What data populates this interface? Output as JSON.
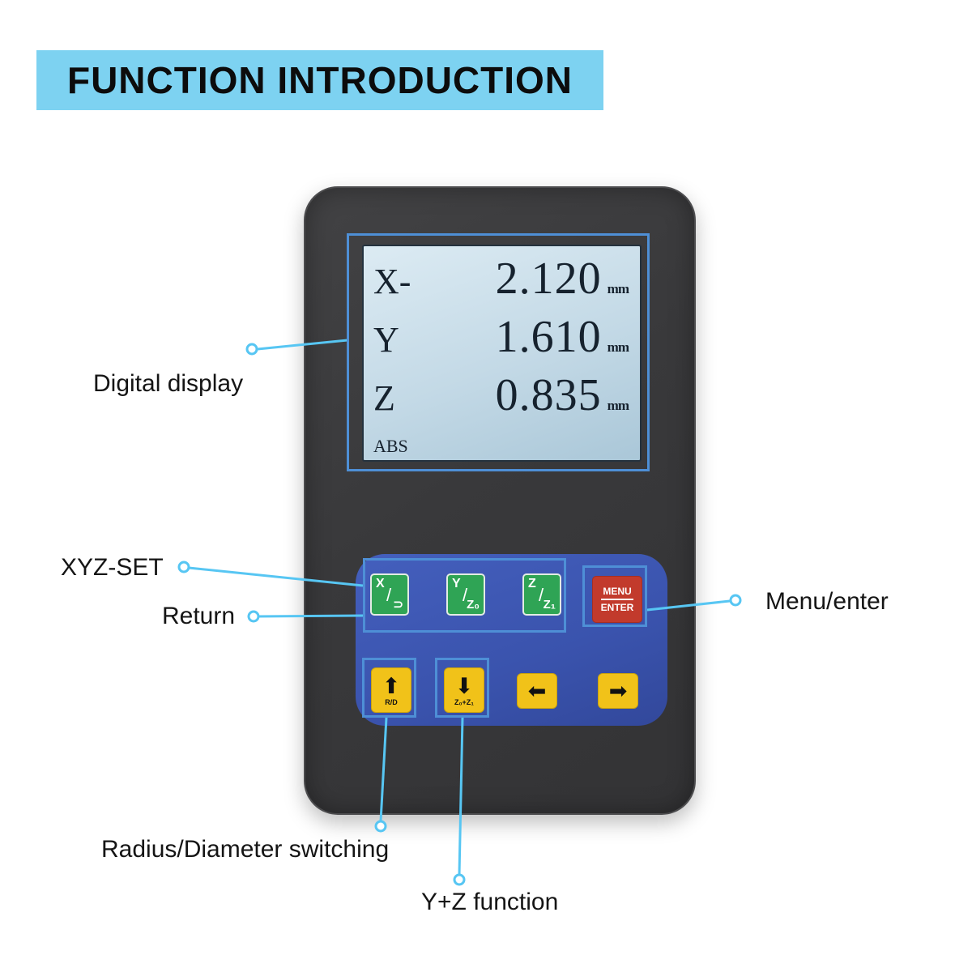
{
  "title": "FUNCTION INTRODUCTION",
  "display": {
    "rows": [
      {
        "axis": "X-",
        "value": "2.120",
        "unit": "mm"
      },
      {
        "axis": "Y",
        "value": "1.610",
        "unit": "mm"
      },
      {
        "axis": "Z",
        "value": "0.835",
        "unit": "mm"
      }
    ],
    "mode": "ABS"
  },
  "keypad": {
    "btn_x_return": {
      "top": "X",
      "slash": "/",
      "bottom": "⊃"
    },
    "btn_y_z0": {
      "top": "Y",
      "slash": "/",
      "bottom": "Z₀"
    },
    "btn_z_z1": {
      "top": "Z",
      "slash": "/",
      "bottom": "Z₁"
    },
    "btn_menu_enter": {
      "line1": "MENU",
      "line2": "ENTER"
    },
    "btn_up": {
      "arrow": "⬆",
      "label": "R/D"
    },
    "btn_down": {
      "arrow": "⬇",
      "label": "Z₀+Z₁"
    },
    "btn_left": {
      "arrow": "⬅"
    },
    "btn_right": {
      "arrow": "➡"
    }
  },
  "callouts": {
    "digital_display": "Digital display",
    "xyz_set": "XYZ-SET",
    "return": "Return",
    "menu_enter": "Menu/enter",
    "radius_diameter": "Radius/Diameter switching",
    "y_plus_z": "Y+Z function"
  },
  "colors": {
    "banner": "#7dd2f1",
    "callout_line": "#57c6f3",
    "highlight_border": "#4e8fd6",
    "device_body": "#39393b",
    "keypad_panel": "#3a53ad",
    "button_green": "#2fa455",
    "button_red": "#c23a2c",
    "button_yellow": "#f1c219",
    "lcd_background": "#c3d9e6"
  }
}
